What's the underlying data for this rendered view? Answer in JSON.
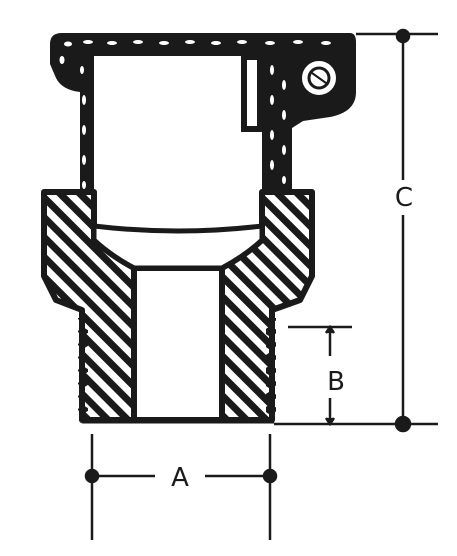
{
  "diagram": {
    "labels": {
      "a": "A",
      "b": "B",
      "c": "C"
    },
    "colors": {
      "ink": "#1a1a1a",
      "paper": "#ffffff"
    }
  }
}
